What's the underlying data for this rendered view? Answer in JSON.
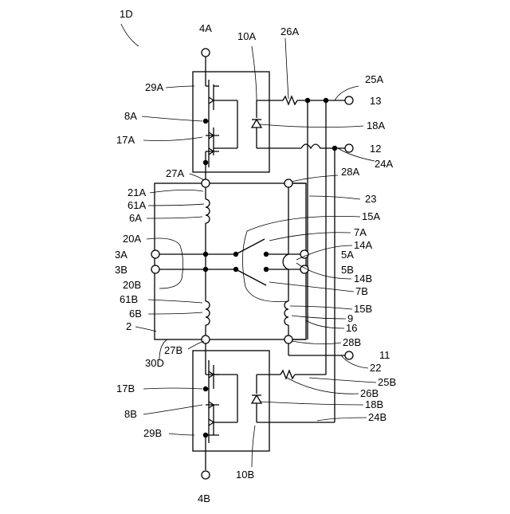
{
  "figure_label": "1D",
  "labels": {
    "t4A": "4A",
    "t4B": "4B",
    "l10A": "10A",
    "l26A": "26A",
    "l25A": "25A",
    "t13": "13",
    "l29A": "29A",
    "l8A": "8A",
    "l18A": "18A",
    "l17A": "17A",
    "t12": "12",
    "l24A": "24A",
    "l27A": "27A",
    "l28A": "28A",
    "l21A": "21A",
    "l23": "23",
    "l61A": "61A",
    "l6A": "6A",
    "l15A": "15A",
    "l20A": "20A",
    "l7A": "7A",
    "l14A": "14A",
    "t3A": "3A",
    "t5A": "5A",
    "t3B": "3B",
    "t5B": "5B",
    "l20B": "20B",
    "l14B": "14B",
    "l7B": "7B",
    "l61B": "61B",
    "l15B": "15B",
    "l6B": "6B",
    "l9": "9",
    "l2": "2",
    "l16": "16",
    "l28B": "28B",
    "l30D": "30D",
    "l27B": "27B",
    "t11": "11",
    "l22": "22",
    "l25B": "25B",
    "l17B": "17B",
    "l26B": "26B",
    "l8B": "8B",
    "l18B": "18B",
    "l29B": "29B",
    "l24B": "24B",
    "l10B": "10B"
  }
}
